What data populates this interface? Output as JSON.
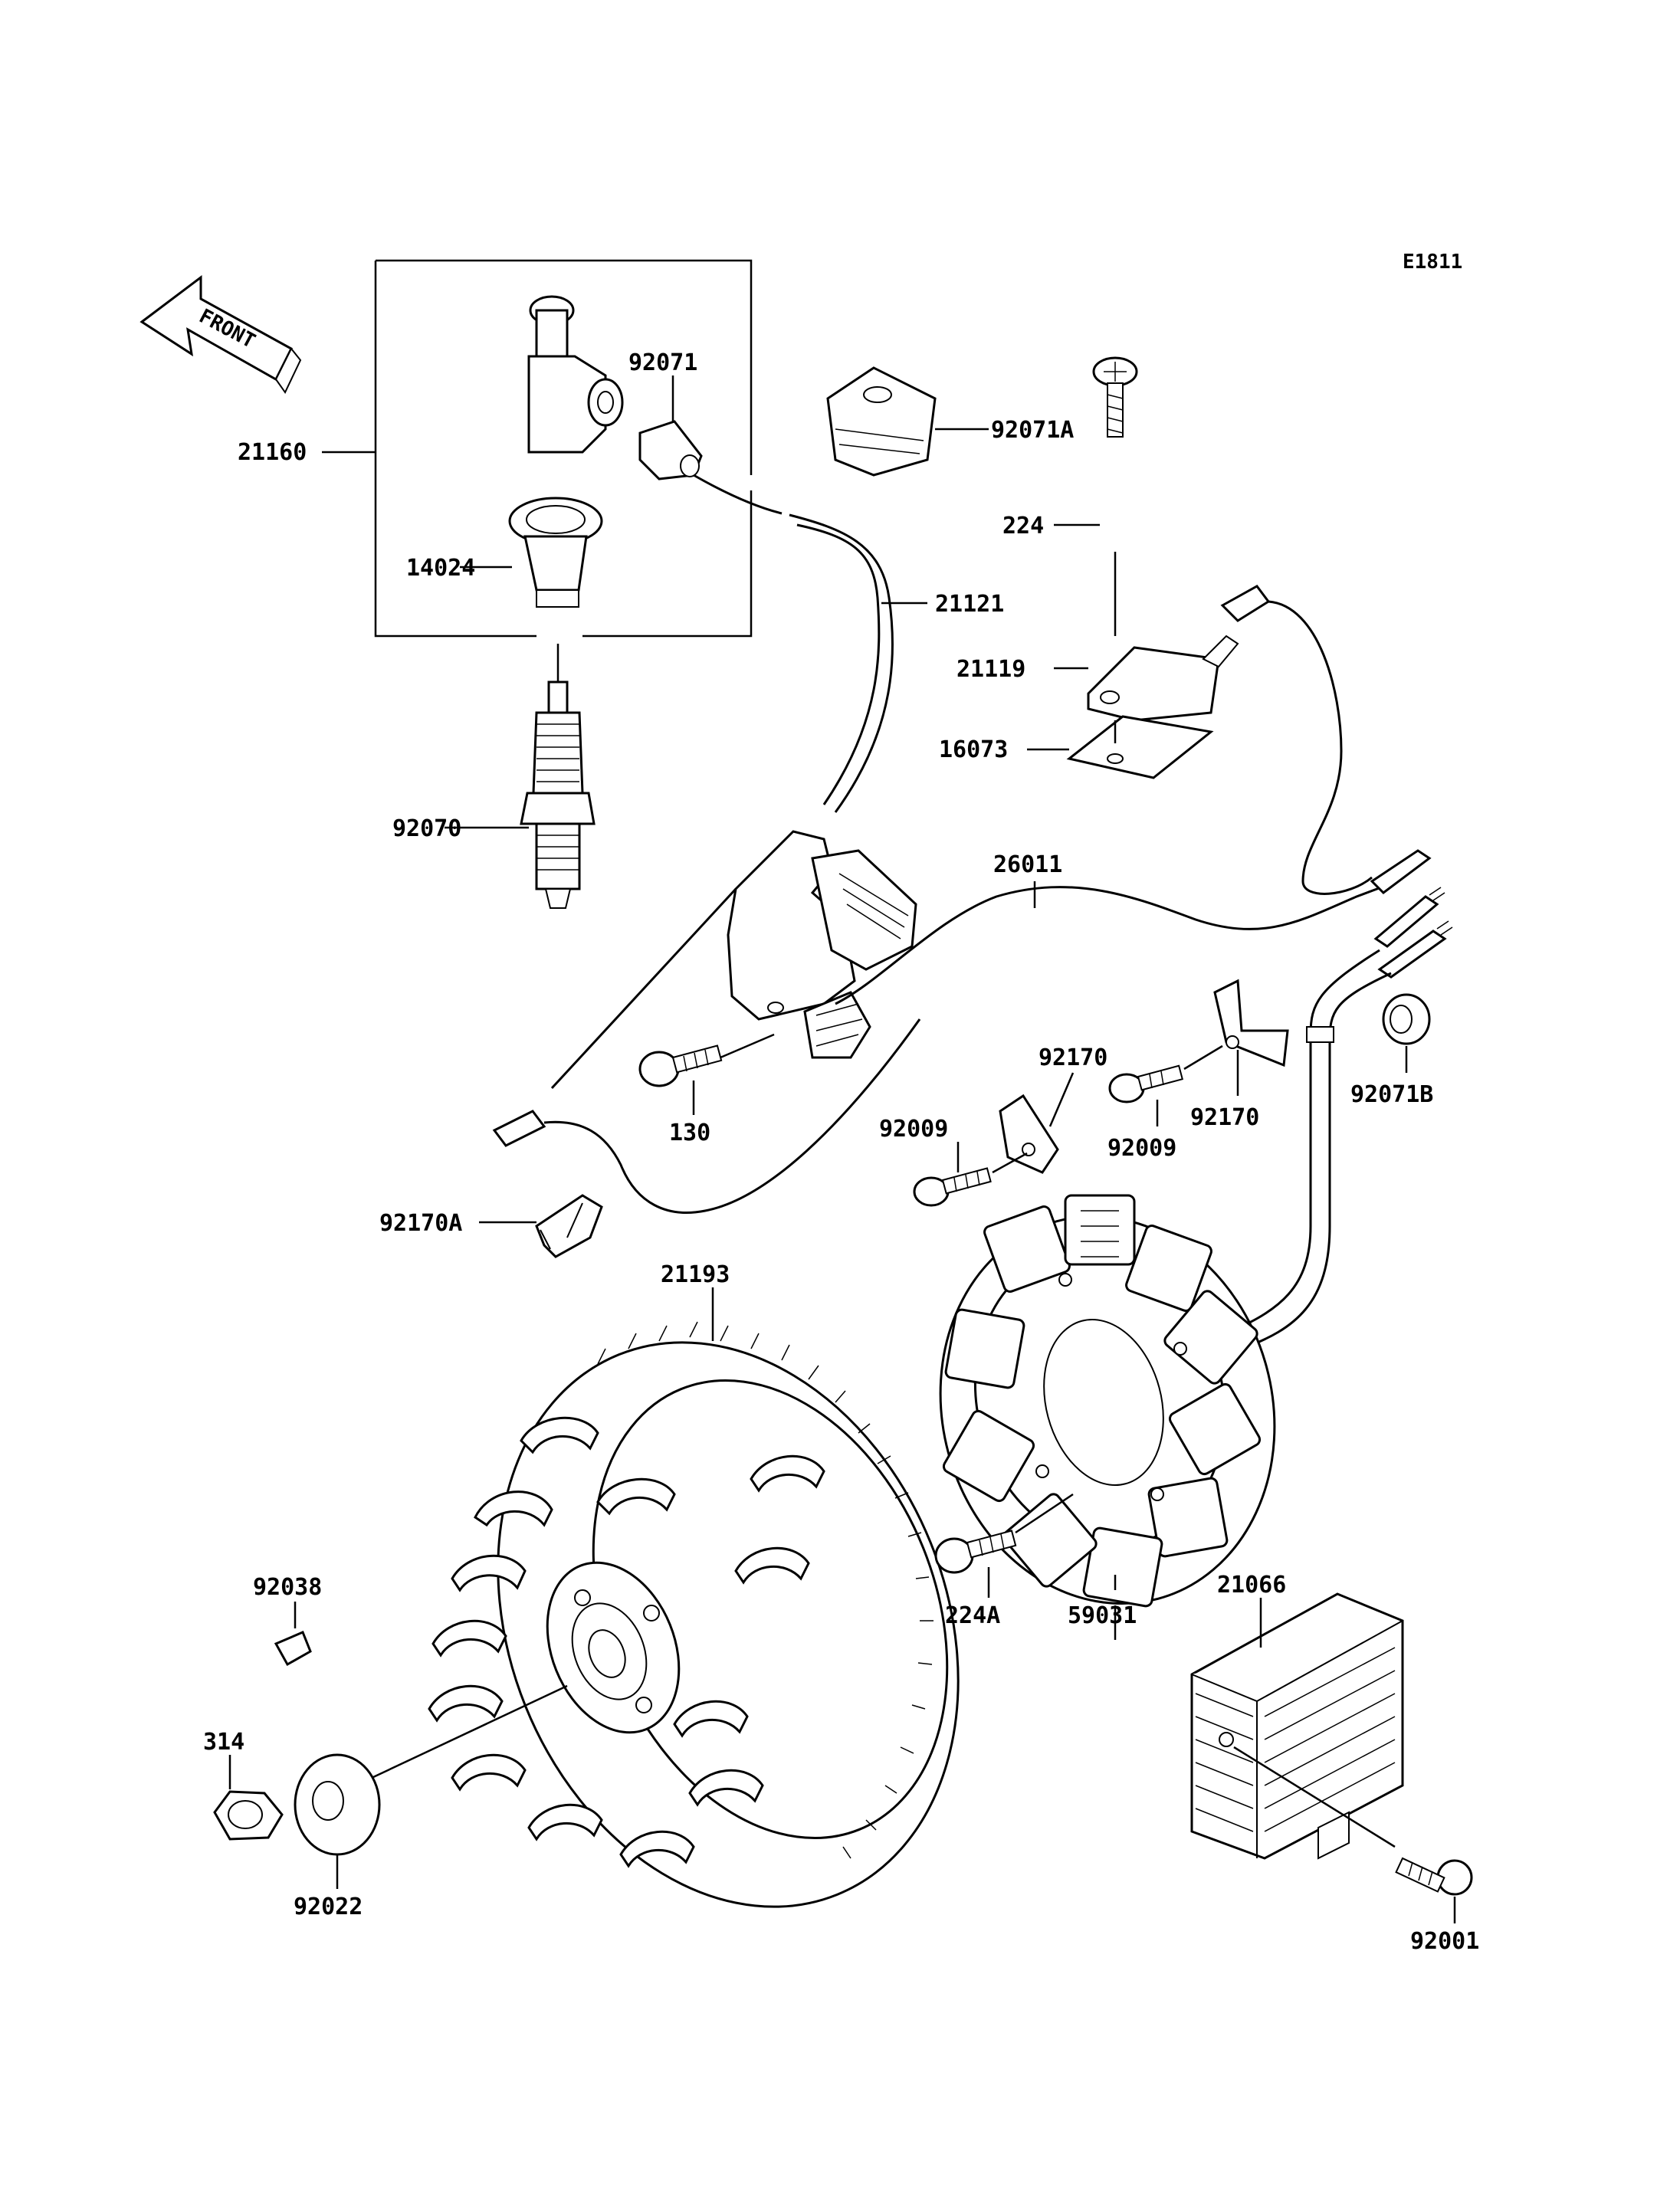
{
  "diagram_code": "E1811",
  "front_label": "FRONT",
  "labels": {
    "p21160": "21160",
    "p92071": "92071",
    "p92071A": "92071A",
    "p14024": "14024",
    "p21121": "21121",
    "p224": "224",
    "p21119": "21119",
    "p16073": "16073",
    "p92070": "92070",
    "p26011": "26011",
    "p92170_top": "92170",
    "p130": "130",
    "p92009_left": "92009",
    "p92009_right": "92009",
    "p92170_right": "92170",
    "p92071B": "92071B",
    "p92170A": "92170A",
    "p21193": "21193",
    "p92038": "92038",
    "p224A": "224A",
    "p59031": "59031",
    "p21066": "21066",
    "p314": "314",
    "p92022": "92022",
    "p92001": "92001"
  }
}
